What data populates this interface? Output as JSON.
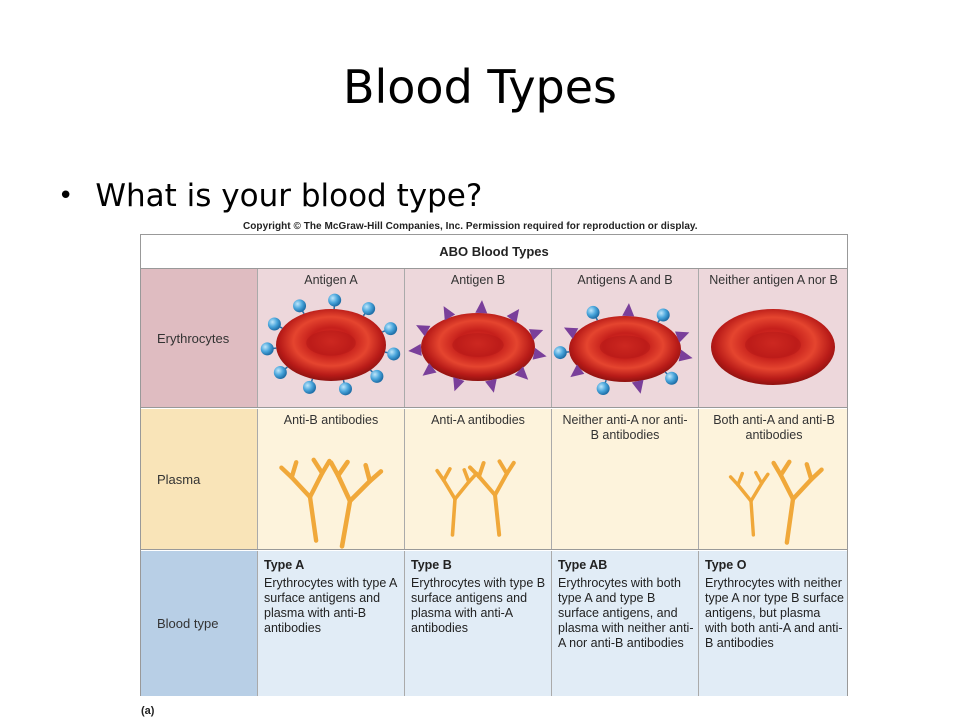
{
  "slide": {
    "title": "Blood Types",
    "bullets": [
      "What is your blood type?"
    ]
  },
  "figure": {
    "copyright": "Copyright © The McGraw-Hill Companies, Inc. Permission required for reproduction or display.",
    "header": "ABO Blood Types",
    "caption": "(a)",
    "row_labels": {
      "erythrocytes": "Erythrocytes",
      "plasma": "Plasma",
      "blood_type": "Blood type"
    },
    "columns": [
      {
        "antigen": "Antigen A",
        "antibody": "Anti-B antibodies",
        "type_name": "Type A",
        "type_desc": "Erythrocytes with type A surface antigens and plasma with anti-B antibodies",
        "antigen_markers": "spheres",
        "antibody_shape": "y-branches"
      },
      {
        "antigen": "Antigen B",
        "antibody": "Anti-A antibodies",
        "type_name": "Type B",
        "type_desc": "Erythrocytes with type B surface antigens and plasma with anti-A antibodies",
        "antigen_markers": "triangles",
        "antibody_shape": "y-branches"
      },
      {
        "antigen": "Antigens A and B",
        "antibody": "Neither anti-A nor anti-B antibodies",
        "type_name": "Type AB",
        "type_desc": "Erythrocytes with both type A and type B surface antigens, and plasma with neither anti-A nor anti-B antibodies",
        "antigen_markers": "spheres-and-triangles",
        "antibody_shape": "none"
      },
      {
        "antigen": "Neither antigen A nor B",
        "antibody": "Both anti-A and anti-B antibodies",
        "type_name": "Type O",
        "type_desc": "Erythrocytes with neither type A nor type B surface antigens, but plasma with both anti-A and anti-B antibodies",
        "antigen_markers": "none",
        "antibody_shape": "y-branches"
      }
    ],
    "colors": {
      "cell_red": "#c8231f",
      "cell_center": "#e0332b",
      "antigen_a_blue": "#4aa6dc",
      "antigen_b_purple": "#7a3f9a",
      "antibody_orange": "#f0a83a"
    }
  }
}
